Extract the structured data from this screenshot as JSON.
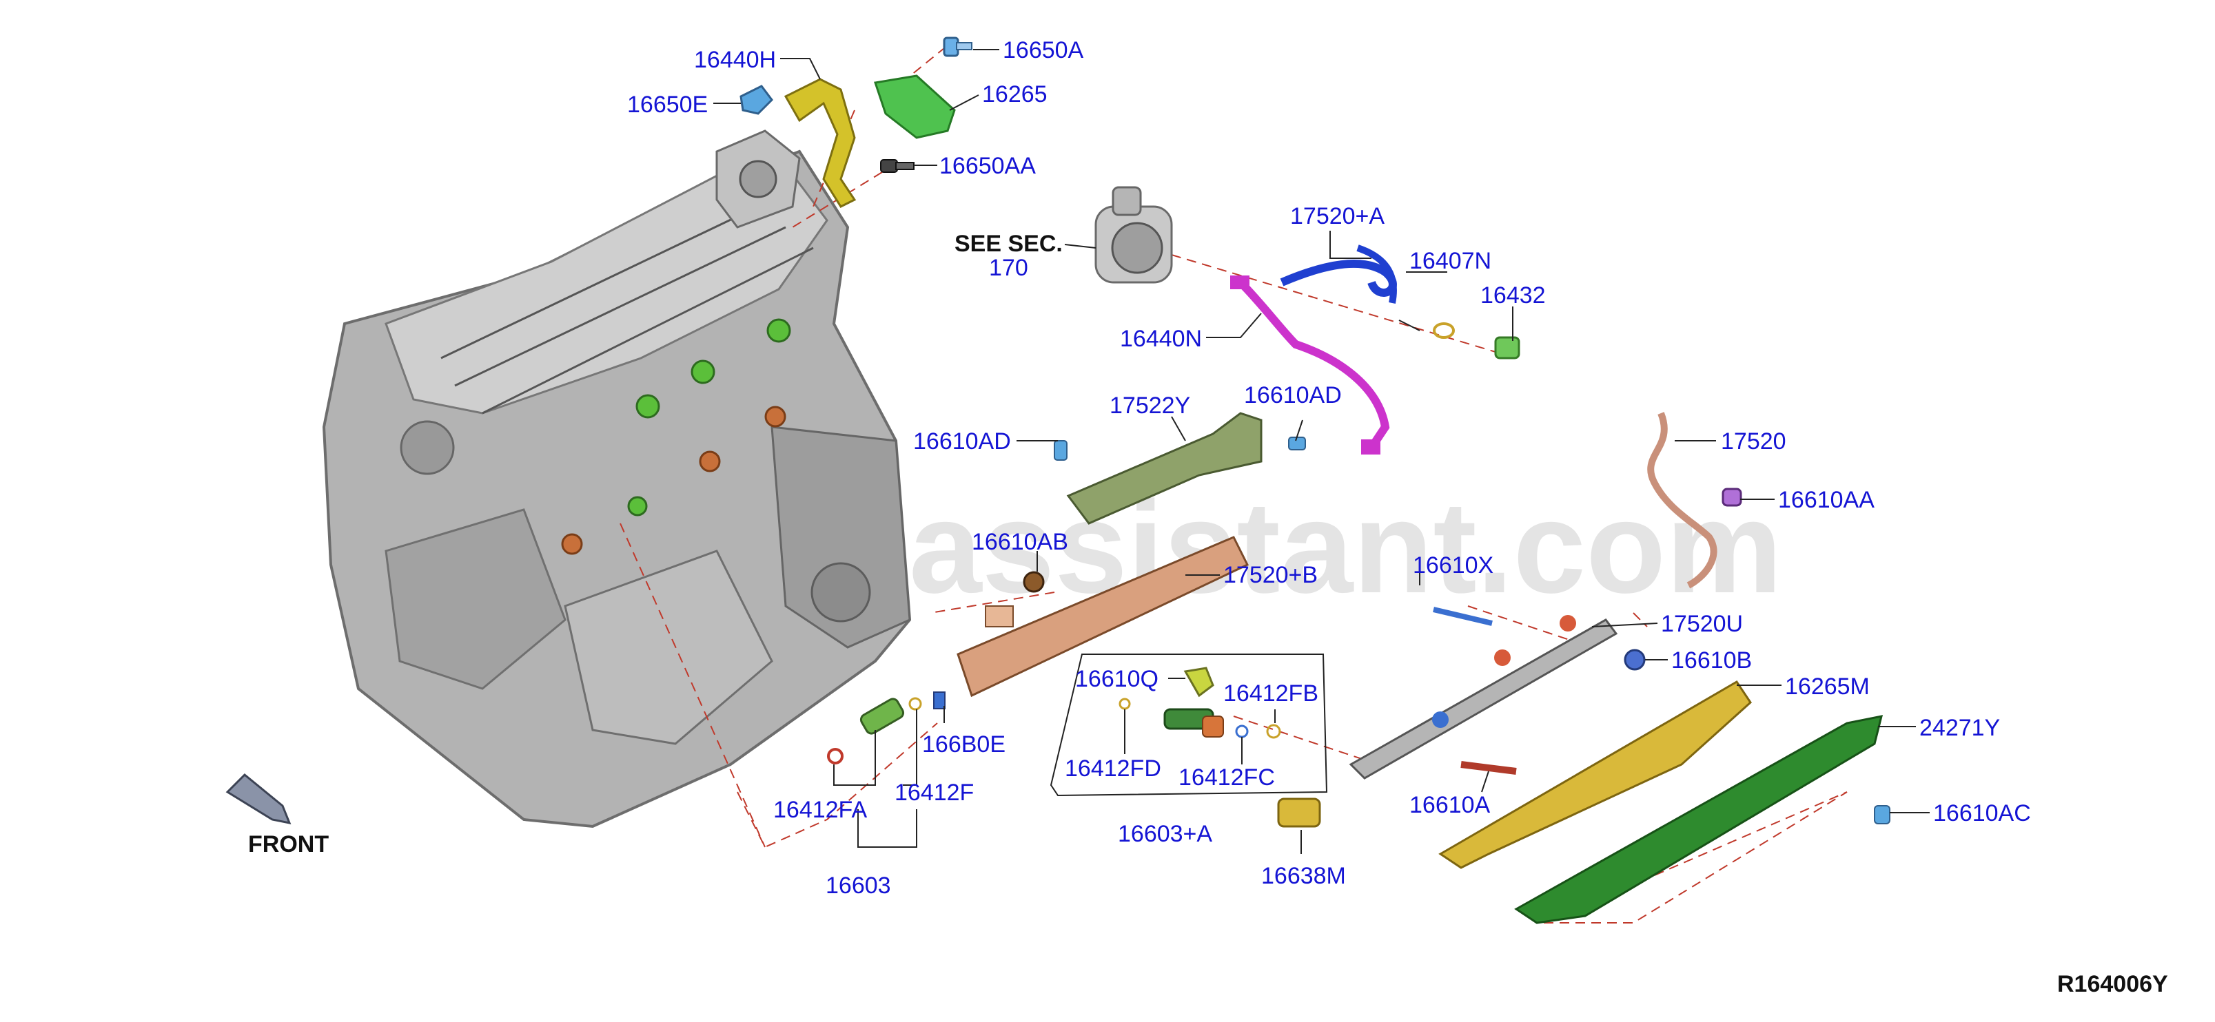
{
  "diagram": {
    "watermark": "tsassistant.com",
    "reference_code": "R164006Y",
    "front_label": "FRONT",
    "see_section": {
      "label": "SEE SEC.",
      "number": "170"
    },
    "part_labels": {
      "p16440H": "16440H",
      "p16650A": "16650A",
      "p16650E": "16650E",
      "p16265": "16265",
      "p16650AA": "16650AA",
      "p17520A": "17520+A",
      "p16407N": "16407N",
      "p16432": "16432",
      "p16440N": "16440N",
      "p17522Y": "17522Y",
      "p16610AD_a": "16610AD",
      "p16610AD_b": "16610AD",
      "p17520": "17520",
      "p16610AA": "16610AA",
      "p16610AB": "16610AB",
      "p17520B": "17520+B",
      "p16610X": "16610X",
      "p17520U": "17520U",
      "p16610Q": "16610Q",
      "p16610B": "16610B",
      "p16412FB": "16412FB",
      "p16265M": "16265M",
      "p166B0E": "166B0E",
      "p24271Y": "24271Y",
      "p16412FD": "16412FD",
      "p16412FC": "16412FC",
      "p16610A": "16610A",
      "p16412FA": "16412FA",
      "p16412F": "16412F",
      "p16610AC": "16610AC",
      "p16603A": "16603+A",
      "p16603": "16603",
      "p16638M": "16638M"
    },
    "colors": {
      "label_blue": "#1414d4",
      "leader_dash": "#c0392b",
      "engine_gray": "#a9a9a9",
      "bracket_yellow": "#d4c22a",
      "cover_green": "#4fc24f",
      "tube_magenta": "#cc33cc",
      "hose_blue": "#1f3fd0",
      "rail_copper": "#d9a07e",
      "bracket_olive": "#8fa26a",
      "insulator_gold": "#d9b93a",
      "gasket_green": "#2e8b2e"
    }
  }
}
